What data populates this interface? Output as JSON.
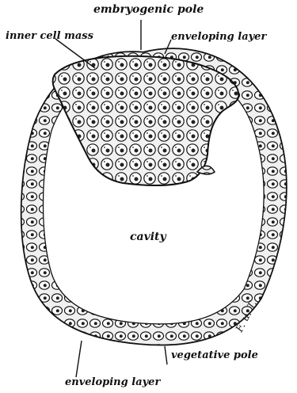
{
  "labels": {
    "embryogenic_pole": "embryogenic pole",
    "inner_cell_mass": "inner cell mass",
    "enveloping_layer_top": "enveloping layer",
    "cavity": "cavity",
    "vegetative_pole": "vegetative pole",
    "enveloping_layer_bottom": "enveloping layer"
  },
  "signature": "F. u. T.",
  "colors": {
    "ink": "#111111",
    "cell_fill": "#f1f1f1",
    "cell_shadow": "#222222",
    "background": "#ffffff"
  }
}
